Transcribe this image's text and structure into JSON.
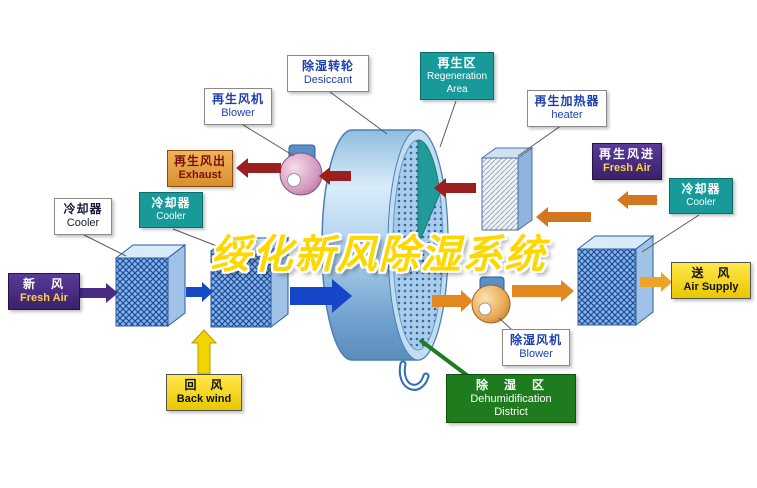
{
  "title": {
    "text": "绥化新风除湿系统"
  },
  "labels": {
    "desiccant": {
      "zh": "除湿转轮",
      "en": "Desiccant"
    },
    "regeneration_area": {
      "zh": "再生区",
      "en": "Regeneration Area"
    },
    "regen_blower": {
      "zh": "再生风机",
      "en": "Blower"
    },
    "regen_heater": {
      "zh": "再生加热器",
      "en": "heater"
    },
    "exhaust": {
      "zh": "再生风出",
      "en": "Exhaust"
    },
    "cooler_left": {
      "zh": "冷却器",
      "en": "Cooler"
    },
    "cooler_mid": {
      "zh": "冷却器",
      "en": "Cooler"
    },
    "regen_fresh_air": {
      "zh": "再生风进",
      "en": "Fresh Air"
    },
    "cooler_right": {
      "zh": "冷却器",
      "en": "Cooler"
    },
    "fresh_air": {
      "zh": "新　风",
      "en": "Fresh Air"
    },
    "air_supply": {
      "zh": "送　风",
      "en": "Air Supply"
    },
    "back_wind": {
      "zh": "回　风",
      "en": "Back wind"
    },
    "dehumid_blower": {
      "zh": "除湿风机",
      "en": "Blower"
    },
    "dehumid_district": {
      "zh": "除　湿　区",
      "en_line1": "Dehumidification",
      "en_line2": "District"
    }
  },
  "colors": {
    "title_yellow": "#ffd700",
    "teal": "#189a9a",
    "purple": "#46287f",
    "yellow": "#f2d400",
    "orange_box": "#e8a23c",
    "green": "#1e7c1e",
    "blue_text": "#1d3fb0",
    "arrow_blue": "#1849c6",
    "arrow_orange": "#e2881f",
    "arrow_dark_red": "#9c1f1f",
    "wheel_blue": "#7fb0d8"
  }
}
